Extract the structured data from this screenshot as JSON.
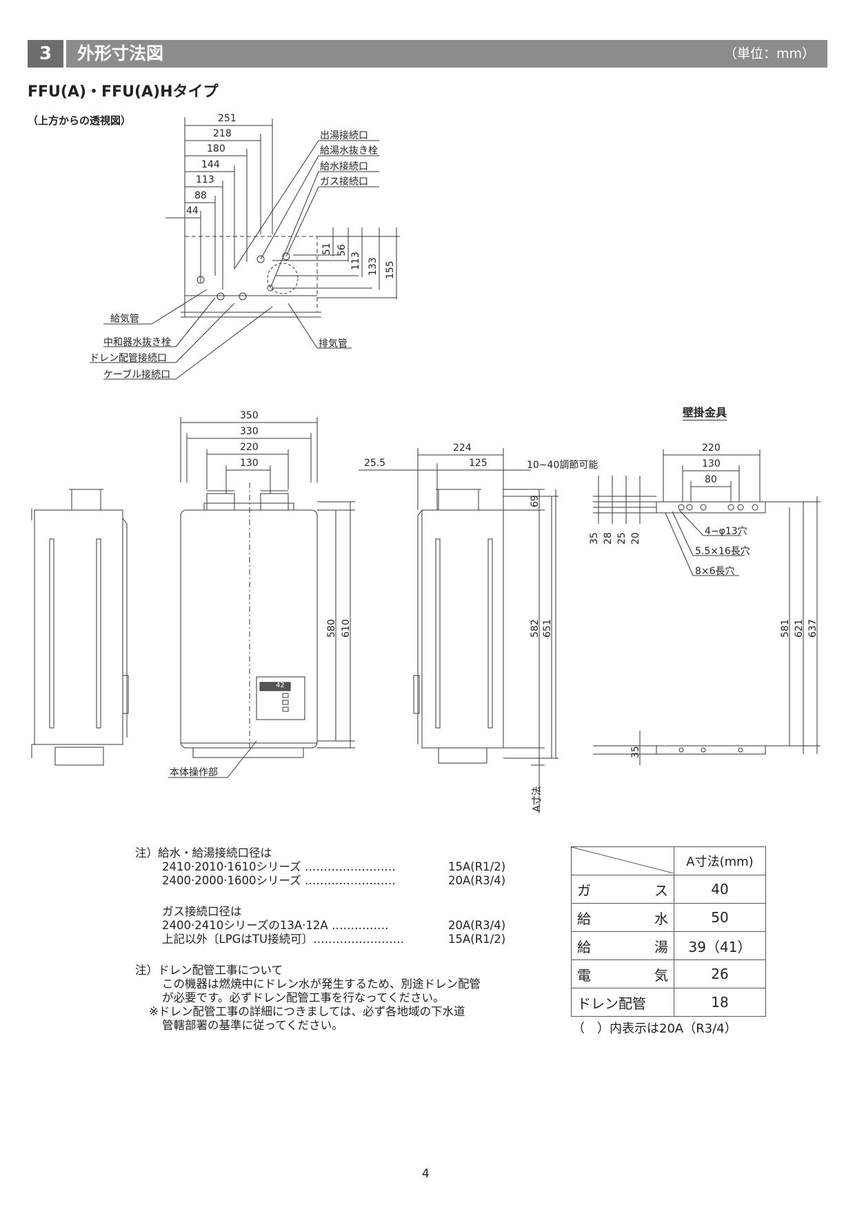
{
  "header": {
    "number": "3",
    "title": "外形寸法図",
    "unit": "（単位：mm）"
  },
  "subtitle": "FFU(A)・FFU(A)Hタイプ",
  "top_view": {
    "caption": "（上方からの透視図）",
    "widths": [
      "251",
      "218",
      "180",
      "144",
      "113",
      "88",
      "44"
    ],
    "depths": [
      "51",
      "56",
      "113",
      "133",
      "155"
    ],
    "right_labels": [
      "出湯接続口",
      "給湯水抜き栓",
      "給水接続口",
      "ガス接続口"
    ],
    "left_labels": [
      "給気管",
      "中和器水抜き栓",
      "ドレン配管接続口",
      "ケーブル接続口"
    ],
    "exhaust_label": "排気管"
  },
  "front_view": {
    "widths": [
      "350",
      "330",
      "220",
      "130"
    ],
    "heights": [
      "580",
      "610"
    ],
    "panel_label": "本体操作部",
    "display": "42"
  },
  "side_view": {
    "widths": [
      "224",
      "25.5",
      "125"
    ],
    "adjust": "10~40調節可能",
    "dims": [
      "69",
      "582",
      "651"
    ],
    "a_label": "A寸法"
  },
  "bracket": {
    "title": "壁掛金具",
    "widths": [
      "220",
      "130",
      "80"
    ],
    "left_dims": [
      "35",
      "28",
      "25",
      "20"
    ],
    "holes": [
      "4−φ13穴",
      "5.5×16長穴",
      "8×6長穴"
    ],
    "right_dims": [
      "581",
      "621",
      "637"
    ],
    "bottom_dim": "35"
  },
  "notes": {
    "n1_head": "注）給水・給湯接続口径は",
    "n1_r1_l": "2410·2010·1610シリーズ ……………………",
    "n1_r1_r": "15A(R1/2)",
    "n1_r2_l": "2400·2000·1600シリーズ ……………………",
    "n1_r2_r": "20A(R3/4)",
    "n2_head": "ガス接続口径は",
    "n2_r1_l": "2400·2410シリーズの13A·12A ……………",
    "n2_r1_r": "20A(R3/4)",
    "n2_r2_l": "上記以外〔LPGはTU接続可〕……………………",
    "n2_r2_r": "15A(R1/2)",
    "n3_head": "注）ドレン配管工事について",
    "n3_l1": "この機器は燃焼中にドレン水が発生するため、別途ドレン配管",
    "n3_l2": "が必要です。必ずドレン配管工事を行なってください。",
    "n3_l3": "※ドレン配管工事の詳細につきましては、必ず各地域の下水道",
    "n3_l4": "管轄部署の基準に従ってください。"
  },
  "a_table": {
    "header": "A寸法(mm)",
    "rows": [
      {
        "a": "ガ",
        "b": "ス",
        "value": "40"
      },
      {
        "a": "給",
        "b": "水",
        "value": "50"
      },
      {
        "a": "給",
        "b": "湯",
        "value": "39（41）"
      },
      {
        "a": "電",
        "b": "気",
        "value": "26"
      },
      {
        "a": "ドレン配管",
        "b": "",
        "value": "18"
      }
    ],
    "footnote": "（　）内表示は20A（R3/4）"
  },
  "page_number": "4"
}
